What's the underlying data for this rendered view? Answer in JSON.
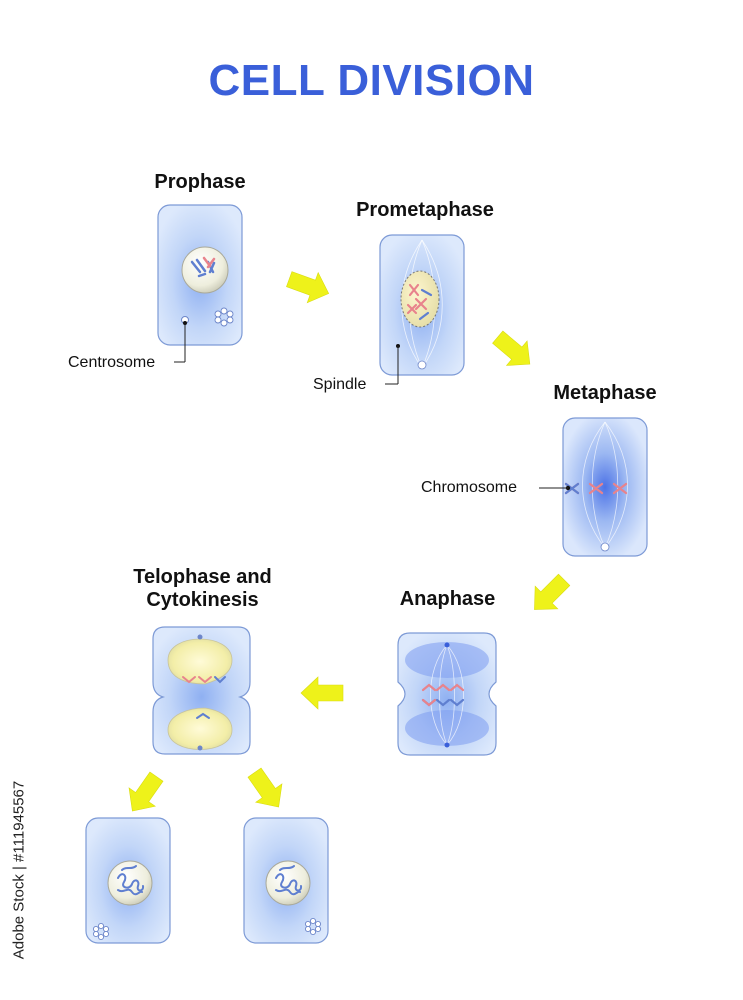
{
  "title": "CELL DIVISION",
  "phases": {
    "prophase": "Prophase",
    "prometaphase": "Prometaphase",
    "metaphase": "Metaphase",
    "anaphase": "Anaphase",
    "telophase_line1": "Telophase and",
    "telophase_line2": "Cytokinesis"
  },
  "labels": {
    "centrosome": "Centrosome",
    "spindle": "Spindle",
    "chromosome": "Chromosome"
  },
  "stock_text": "Adobe Stock | #111945567",
  "colors": {
    "title": "#3a5fd9",
    "cell_fill": "#c9dcf8",
    "cell_stroke": "#7d9ad6",
    "arrow": "#eef21a",
    "chromosome_blue": "#5f7fd0",
    "chromosome_red": "#e8838c"
  }
}
